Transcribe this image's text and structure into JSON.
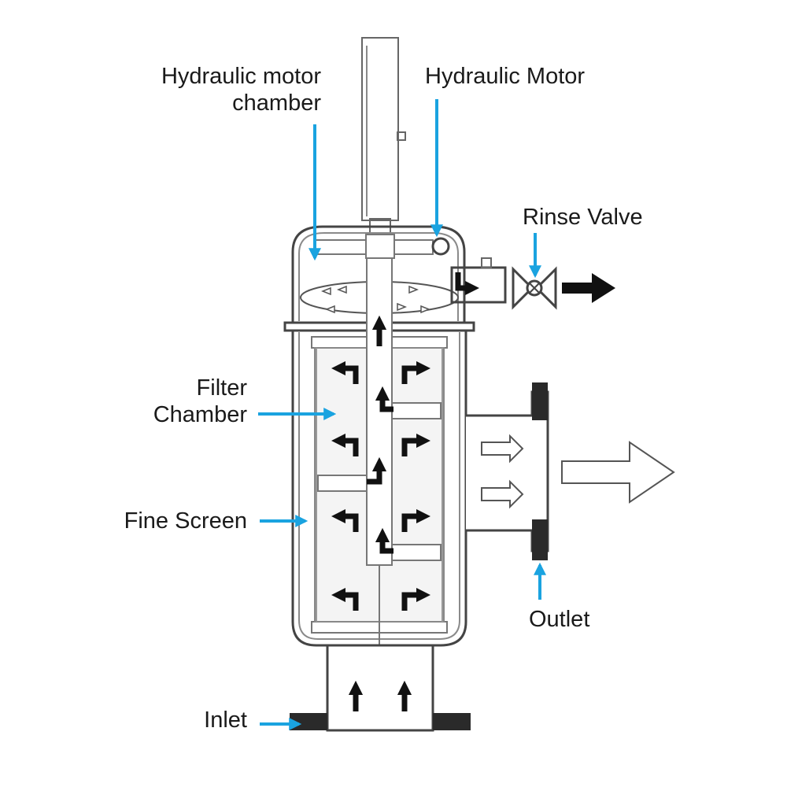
{
  "labels": {
    "hydraulic_motor_chamber_line1": "Hydraulic motor",
    "hydraulic_motor_chamber_line2": "chamber",
    "hydraulic_motor": "Hydraulic Motor",
    "rinse_valve": "Rinse Valve",
    "filter_chamber_line1": "Filter",
    "filter_chamber_line2": "Chamber",
    "fine_screen": "Fine Screen",
    "outlet": "Outlet",
    "inlet": "Inlet"
  },
  "colors": {
    "callout": "#1aa3e0",
    "outline": "#444444",
    "flow": "#111111"
  }
}
